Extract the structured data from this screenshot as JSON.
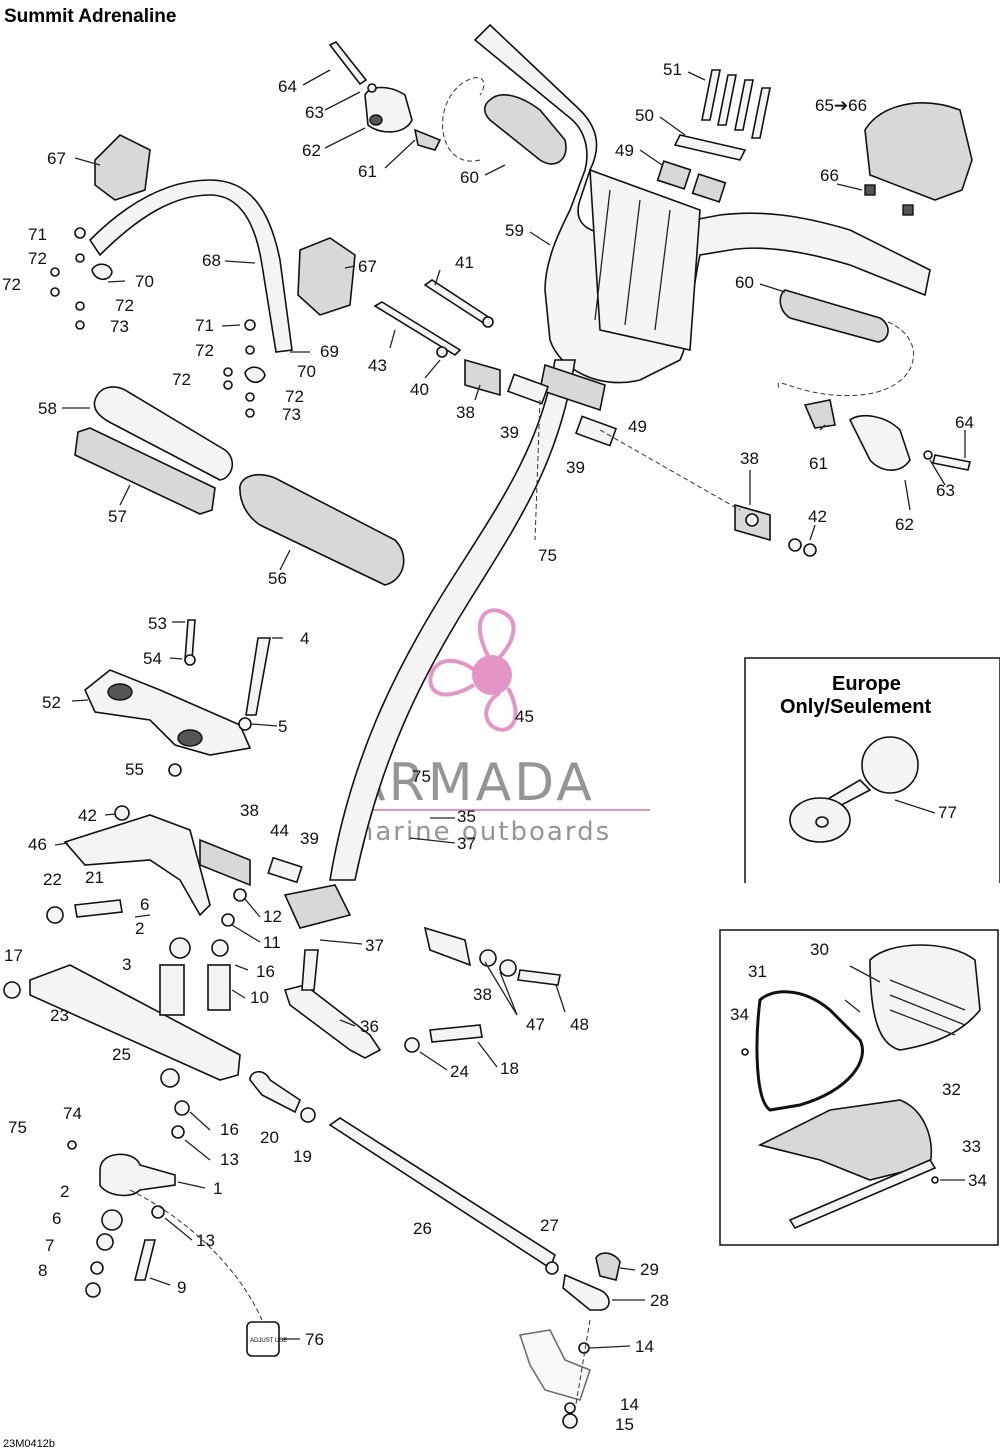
{
  "title": "Summit Adrenaline",
  "drawing_code": "23M0412b",
  "inset_europe": {
    "title_line1": "Europe",
    "title_line2": "Only/Seulement",
    "label": "77"
  },
  "watermark": {
    "brand": "ARMADA",
    "tagline": "marine outboards",
    "color": "#e28ac0"
  },
  "labels": {
    "l64a": "64",
    "l63a": "63",
    "l62a": "62",
    "l61a": "61",
    "l60a": "60",
    "l67a": "67",
    "l67b": "67",
    "l51": "51",
    "l50": "50",
    "l49a": "49",
    "l65": "65➔66",
    "l66": "66",
    "l59": "59",
    "l68": "68",
    "l71a": "71",
    "l72a": "72",
    "l72b": "72",
    "l70a": "70",
    "l72c": "72",
    "l73a": "73",
    "l41": "41",
    "l60b": "60",
    "l71b": "71",
    "l72d": "72",
    "l69": "69",
    "l70b": "70",
    "l43": "43",
    "l40": "40",
    "l72e": "72",
    "l72f": "72",
    "l73b": "73",
    "l58": "58",
    "l38a": "38",
    "l39a": "39",
    "l49b": "49",
    "l39b": "39",
    "l61b": "61",
    "l63b": "63",
    "l64b": "64",
    "l62b": "62",
    "l57": "57",
    "l38b": "38",
    "l42a": "42",
    "l56": "56",
    "l75a": "75",
    "l53": "53",
    "l4": "4",
    "l54": "54",
    "l52": "52",
    "l45": "45",
    "l5": "5",
    "l55": "55",
    "l75b": "75",
    "l35": "35",
    "l42b": "42",
    "l38c": "38",
    "l37a": "37",
    "l46": "46",
    "l44": "44",
    "l39c": "39",
    "l22": "22",
    "l21": "21",
    "l6a": "6",
    "l12": "12",
    "l2a": "2",
    "l11": "11",
    "l37b": "37",
    "l17": "17",
    "l3": "3",
    "l16a": "16",
    "l10": "10",
    "l23": "23",
    "l36": "36",
    "l38d": "38",
    "l47": "47",
    "l48": "48",
    "l25": "25",
    "l24": "24",
    "l18": "18",
    "l74": "74",
    "l75c": "75",
    "l16b": "16",
    "l20": "20",
    "l19": "19",
    "l13a": "13",
    "l1": "1",
    "l2b": "2",
    "l6b": "6",
    "l13b": "13",
    "l26": "26",
    "l7": "7",
    "l27": "27",
    "l8": "8",
    "l9": "9",
    "l29": "29",
    "l28": "28",
    "l76": "76",
    "l14a": "14",
    "l14b": "14",
    "l15": "15",
    "l30": "30",
    "l31": "31",
    "l34a": "34",
    "l32": "32",
    "l33": "33",
    "l34b": "34"
  },
  "decal_text": "ADJUST USE"
}
